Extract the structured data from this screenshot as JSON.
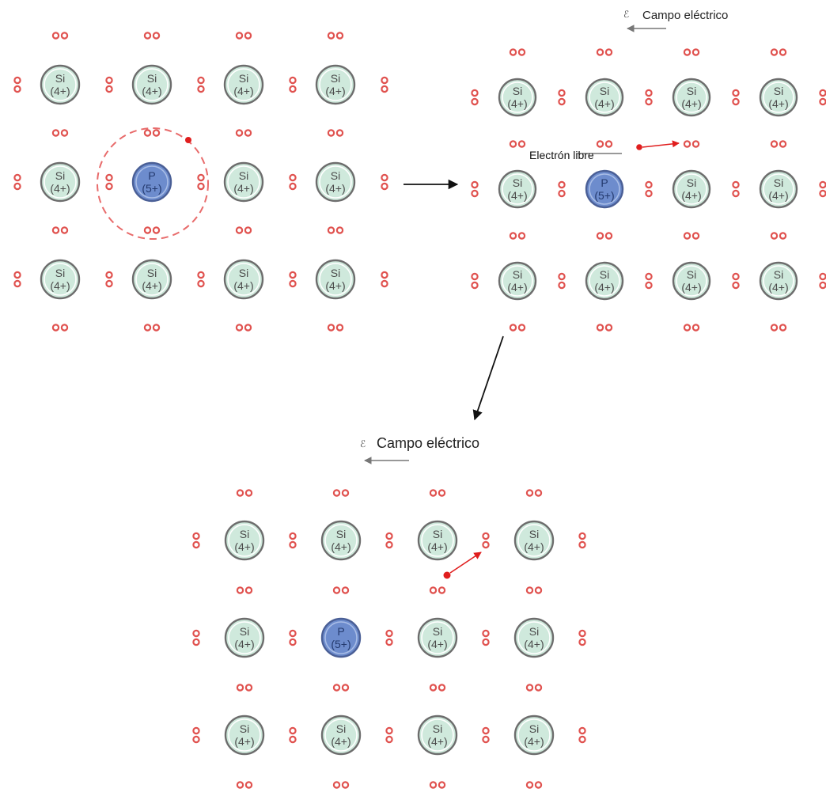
{
  "atoms": {
    "si_symbol": "Si",
    "si_charge": "(4+)",
    "p_symbol": "P",
    "p_charge": "(5+)"
  },
  "panels": [
    {
      "id": "panel-1",
      "rows": 3,
      "cols": 4,
      "donor_row": 1,
      "donor_col": 1,
      "field_label": "",
      "free_electron_label": ""
    },
    {
      "id": "panel-2",
      "rows": 3,
      "cols": 4,
      "donor_row": 1,
      "donor_col": 1,
      "field_symbol": "ℰ",
      "field_label": "Campo eléctrico",
      "free_electron_label": "Electrón libre"
    },
    {
      "id": "panel-3",
      "rows": 3,
      "cols": 4,
      "donor_row": 1,
      "donor_col": 1,
      "field_symbol": "ℰ",
      "field_label": "Campo eléctrico",
      "free_electron_label": ""
    }
  ],
  "colors": {
    "silicon_fill": "#cfe9dc",
    "phosphorus_fill": "#6d8ccd",
    "electron_ring": "#e0524f",
    "free_electron": "#e01e1e",
    "dashed_orbit": "#e86b6b",
    "field_arrow": "#777777",
    "process_arrow": "#111111"
  }
}
